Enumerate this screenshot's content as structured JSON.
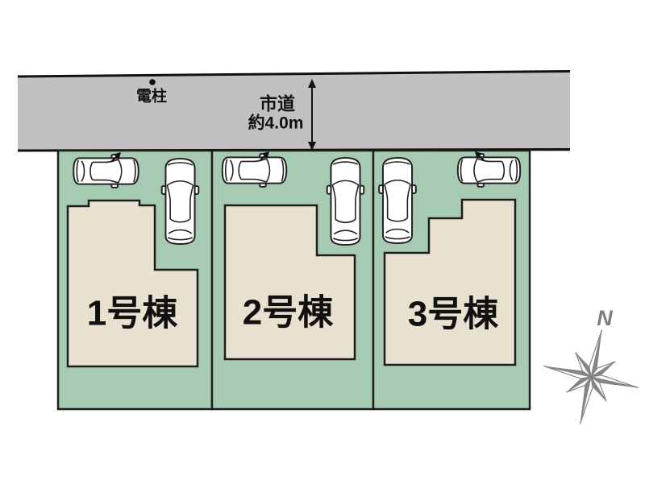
{
  "road": {
    "pole_label": "電柱",
    "width_label_line1": "市道",
    "width_label_line2": "約4.0m"
  },
  "plots": [
    {
      "building_label": "1号棟"
    },
    {
      "building_label": "2号棟"
    },
    {
      "building_label": "3号棟"
    }
  ],
  "compass": {
    "north_label": "N"
  },
  "colors": {
    "road_gray": "#c1c1c1",
    "plot_green": "#a7cbb2",
    "building_beige": "#e9e1d0",
    "outline": "#1c1c1c",
    "compass_gray": "#858585"
  },
  "icons": {
    "car": "car-top-icon",
    "compass": "compass-rose-icon",
    "pole": "utility-pole-dot",
    "road_width": "road-width-arrow",
    "entry": "car-entry-arrow"
  }
}
